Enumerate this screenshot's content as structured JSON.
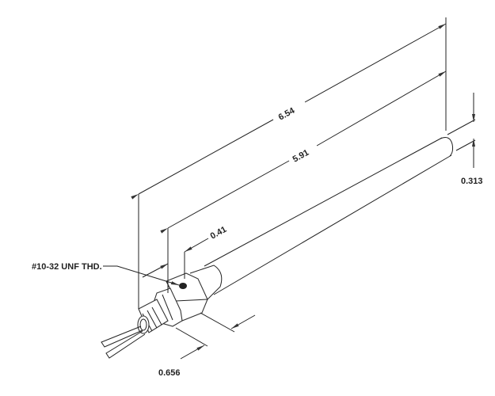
{
  "drawing": {
    "dimensions": {
      "overall_length": "6.54",
      "tube_length": "5.91",
      "hex_offset": "0.41",
      "tube_diameter": "0.313",
      "hex_width": "0.656"
    },
    "callouts": {
      "thread": "#10-32 UNF THD."
    },
    "colors": {
      "line": "#222222",
      "background": "#ffffff"
    }
  }
}
